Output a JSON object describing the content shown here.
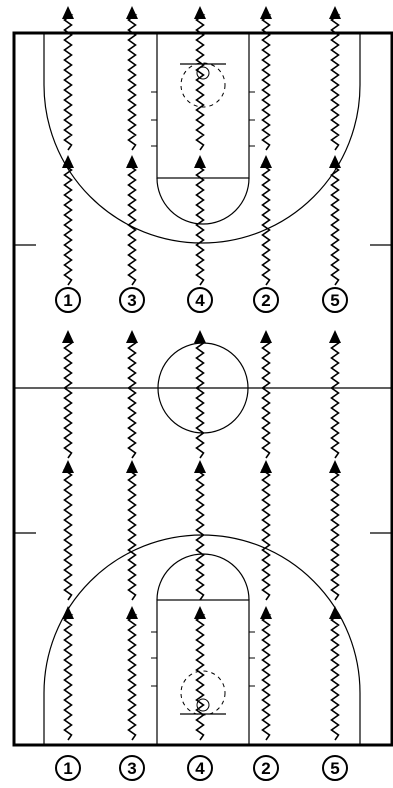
{
  "court": {
    "line_color": "#000000",
    "background": "#ffffff"
  },
  "lanes": [
    {
      "label": "1",
      "mid_marker": "1",
      "bottom_marker": "1"
    },
    {
      "label": "3",
      "mid_marker": "3",
      "bottom_marker": "3"
    },
    {
      "label": "4",
      "mid_marker": "4",
      "bottom_marker": "4"
    },
    {
      "label": "2",
      "mid_marker": "2",
      "bottom_marker": "2"
    },
    {
      "label": "5",
      "mid_marker": "5",
      "bottom_marker": "5"
    }
  ],
  "icons": {
    "dribble_path": "zigzag-dribble-icon",
    "direction_arrow": "arrowhead-icon",
    "player_marker": "circle-player-icon"
  }
}
